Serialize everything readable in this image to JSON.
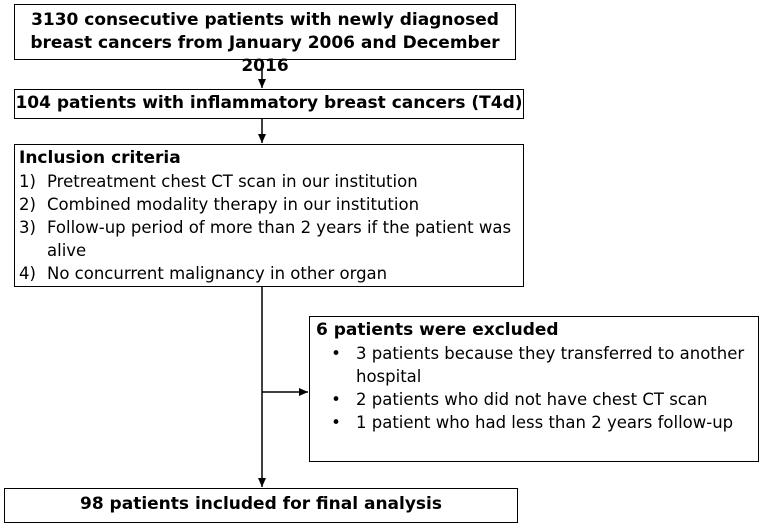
{
  "boxes": {
    "screened": {
      "line1": "3130 consecutive patients with newly diagnosed",
      "line2": "breast cancers from January 2006 and December 2016"
    },
    "ibc": "104 patients with inflammatory breast cancers (T4d)",
    "inclusion": {
      "title": "Inclusion criteria",
      "items": [
        {
          "num": "1)",
          "text": "Pretreatment chest CT scan in our institution"
        },
        {
          "num": "2)",
          "text": "Combined modality therapy in our institution"
        },
        {
          "num": "3)",
          "text": "Follow-up period of more than 2 years if the patient was alive"
        },
        {
          "num": "4)",
          "text": "No concurrent malignancy in other organ"
        }
      ]
    },
    "excluded": {
      "title": "6 patients were excluded",
      "bullet": "•",
      "items": [
        "3 patients because they transferred to another hospital",
        "2 patients who did not have chest CT scan",
        "1 patient who had less than 2 years follow-up"
      ]
    },
    "final": "98 patients included for final analysis"
  }
}
